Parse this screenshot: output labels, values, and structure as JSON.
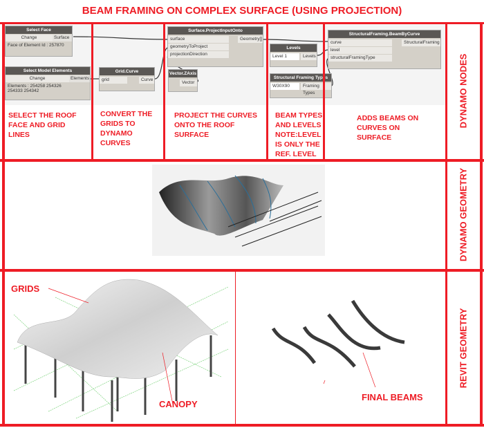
{
  "title": "BEAM FRAMING ON COMPLEX SURFACE (USING PROJECTION)",
  "nodes": {
    "select_face": {
      "title": "Select Face",
      "button": "Change",
      "output": "Surface",
      "info": "Face of Element Id : 257870"
    },
    "select_model": {
      "title": "Select Model Elements",
      "button": "Change",
      "output": "Elements",
      "info": "Elements : 254258 254326 254333 254342"
    },
    "grid_curve": {
      "title": "Grid.Curve",
      "input": "grid",
      "output": "Curve"
    },
    "project": {
      "title": "Surface.ProjectInputOnto",
      "inputs": [
        "surface",
        "geometryToProject",
        "projectionDirection"
      ],
      "output": "Geometry[]"
    },
    "zaxis": {
      "title": "Vector.ZAxis",
      "output": "Vector"
    },
    "levels": {
      "title": "Levels",
      "value": "Level 1",
      "output": "Levels"
    },
    "framing_types": {
      "title": "Structural Framing Types",
      "value": "W30X90",
      "output": "Framing Types"
    },
    "beam": {
      "title": "StructuralFraming.BeamByCurve",
      "inputs": [
        "curve",
        "level",
        "structuralFramingType"
      ],
      "output": "StructuralFraming"
    }
  },
  "steps": [
    "SELECT THE ROOF FACE AND GRID LINES",
    "CONVERT THE GRIDS TO DYNAMO CURVES",
    "PROJECT THE CURVES ONTO THE ROOF SURFACE",
    "BEAM TYPES AND LEVELS NOTE:LEVEL IS ONLY THE REF. LEVEL",
    "ADDS BEAMS ON CURVES ON SURFACE"
  ],
  "section_labels": {
    "nodes": "DYNAMO NODES",
    "geometry": "DYNAMO GEOMETRY",
    "revit": "REVIT GEOMETRY"
  },
  "callouts": {
    "grids": "GRIDS",
    "canopy": "CANOPY",
    "final_beams": "FINAL BEAMS"
  },
  "colors": {
    "accent": "#ee1c25",
    "node_header": "#5a5754"
  }
}
